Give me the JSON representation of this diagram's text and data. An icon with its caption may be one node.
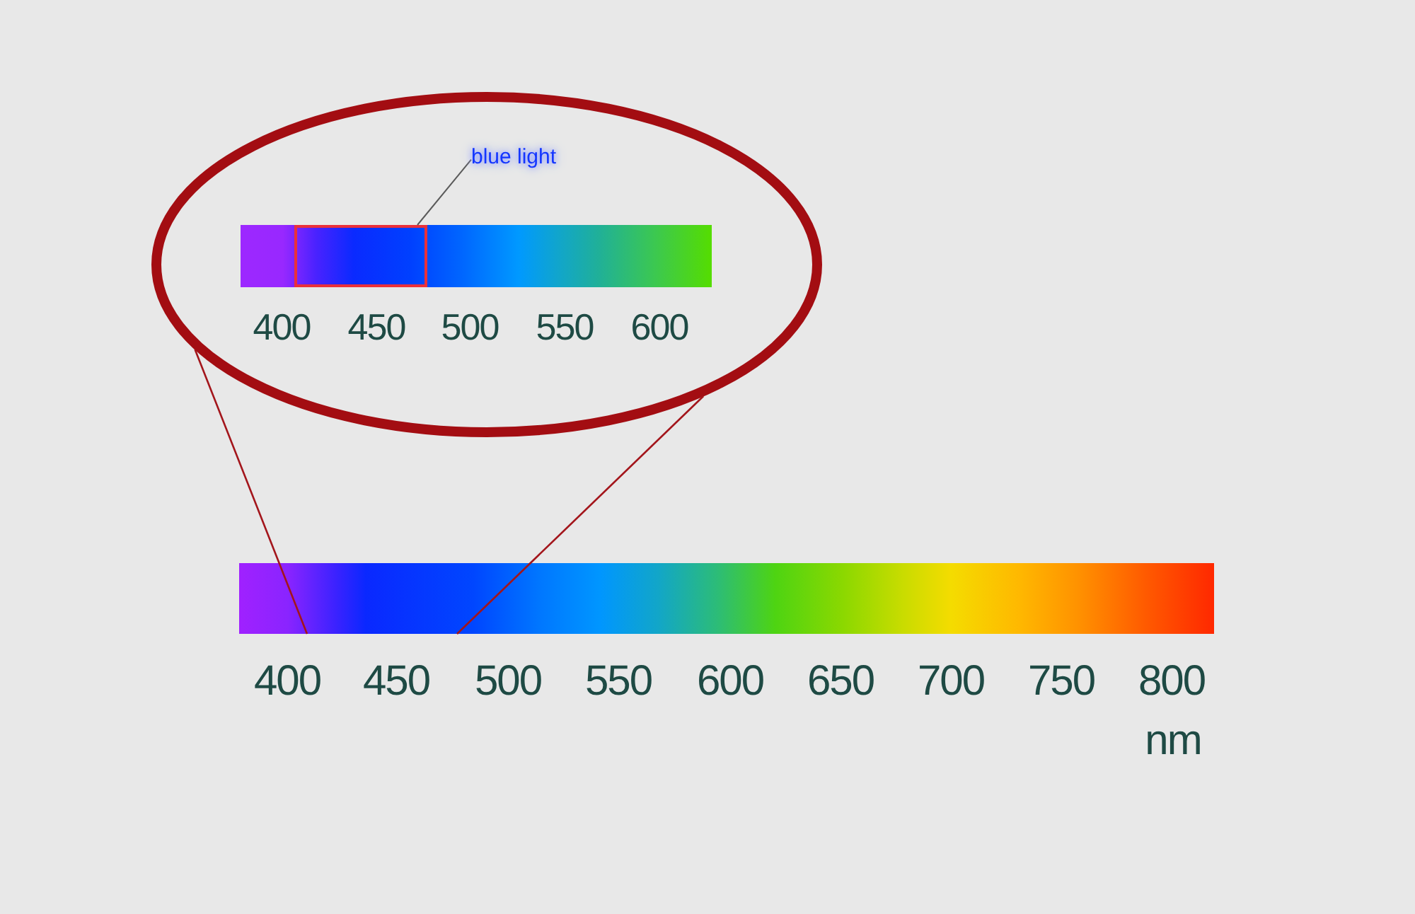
{
  "diagram": {
    "nodes": [
      {
        "text": [],
        "shape": "ellipse"
      },
      {
        "text": [],
        "shape": "bar",
        "in": 0
      },
      {
        "text": [],
        "shape": "box",
        "in": 1
      },
      {
        "text": [
          "blue light"
        ],
        "in": 0
      },
      {
        "text": [],
        "shape": "bar"
      }
    ],
    "edges": [
      {
        "from": 3,
        "to": 2,
        "arrow": "none",
        "color": "#5a5a5a"
      },
      {
        "from": 0,
        "to": 4,
        "arrow": "none"
      },
      {
        "from": 0,
        "to": 4,
        "arrow": "none"
      }
    ],
    "labels": [
      "400",
      "450",
      "500",
      "550",
      "600",
      "400",
      "450",
      "500",
      "550",
      "600",
      "650",
      "700",
      "750",
      "800",
      "nm"
    ]
  }
}
